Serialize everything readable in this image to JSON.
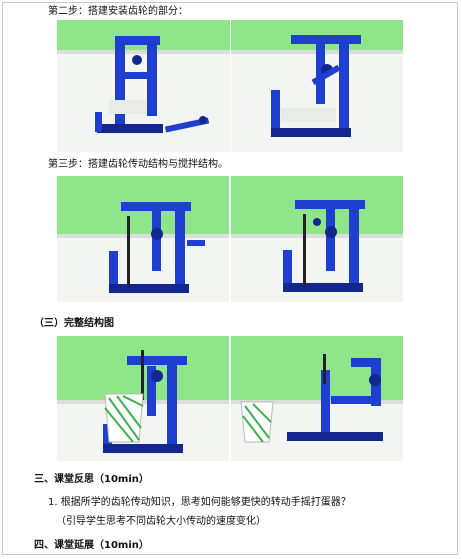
{
  "step2": {
    "title": "第二步：搭建安装齿轮的部分："
  },
  "step3": {
    "title": "第三步：搭建齿轮传动结构与搅拌结构。"
  },
  "complete": {
    "title": "（三）完整结构图"
  },
  "section3": {
    "heading": "三、课堂反思（10min）",
    "item1": "1. 根据所学的齿轮传动知识，思考如何能够更快的转动手摇打蛋器？",
    "hint": "（引导学生思考不同齿轮大小传动的速度变化）"
  },
  "section4": {
    "heading": "四、课堂延展（10min）"
  },
  "colors": {
    "wall": "#8fe58a",
    "table": "#f4f6f3",
    "lego": "#1f3fd1",
    "lego_dark": "#13278f",
    "cup_stripe": "#3bb34a"
  }
}
